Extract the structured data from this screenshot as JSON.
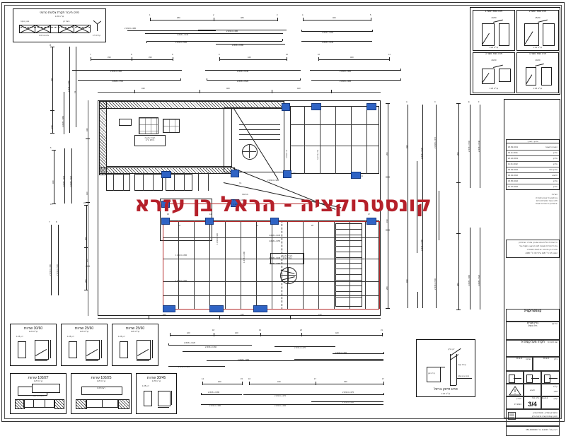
{
  "document": {
    "type": "structural-engineering-drawing",
    "watermark": "קונסטרוקציה - הראל בן עזרא",
    "sheet_number": "3/4",
    "drawing_title": "תכנית תקרה",
    "discipline": "קונסטרוקציה"
  },
  "title_block": {
    "revision_table_header": "עדכון / תאריך",
    "revision_rows": [
      {
        "col_a": "18.09.2021",
        "col_b": "הוצאה ראשונה"
      },
      {
        "col_a": "04.11.2021",
        "col_b": "עדכון"
      },
      {
        "col_a": "22.12.2021",
        "col_b": "עדכון"
      },
      {
        "col_a": "11.01.2022",
        "col_b": "עדכון"
      },
      {
        "col_a": "03.03.2022",
        "col_b": "עדכון כללי"
      },
      {
        "col_a": "19.04.2022",
        "col_b": "לביצוע"
      },
      {
        "col_a": "30.05.2022",
        "col_b": "עדכון"
      },
      {
        "col_a": "12.07.2022",
        "col_b": "עדכון"
      }
    ],
    "notes_heading": "הערות:",
    "notes": [
      "אין לבצע כל שינוי בתוכנית",
      "ללא אישור המהנדס בכתב",
      "יש לבדוק כל המידות באתר"
    ],
    "general_note_block": [
      "כל המידות בס״מ אלא אם צוין אחרת. יש לבדוק",
      "את כל המידות בשטח לפני הביצוע. במקרה של",
      "סתירה בין תוכניות יש לפנות למהנדס.",
      "הבטון לפי ת״י 118 ברזל לפי ת״י 4466."
    ],
    "project_label": "פרויקט",
    "project_name": "בניין מגורים\nרח' הרצל",
    "drawing_label": "שם התוכנית",
    "drawing_name": "תקרה מעל קומה א'",
    "scale_label": "קנ״מ",
    "scale_value": "1:50",
    "date_label": "תאריך",
    "date_value": "07.2022",
    "drawn_label": "שרטט",
    "drawn_value": "ה.ב.ע",
    "checked_label": "בדק",
    "checked_value": "ה.ב.ע",
    "sheet_label": "גליון מס'",
    "sheet_value": "3/4",
    "file_label": "קובץ",
    "file_value": "A-3-1",
    "stamp_line1": "הראל בן עזרא - מהנדס בניין",
    "stamp_line2": "תכנון קונסטרוקציה ופיקוח עליון",
    "stamp_line3": "רישיון מס׳ 112233   טל׳ 050-0000000",
    "warning_icon": "warning-triangle-icon",
    "warning_text": "לבצוע"
  },
  "top_details": {
    "panel_label": "פרטי עמודים",
    "items": [
      {
        "title": "פרט עמוד ראשי 1",
        "sub": "20/60",
        "scale": "קנ״מ 1:25"
      },
      {
        "title": "פרט עמוד ראשי 2",
        "sub": "25/60",
        "scale": "קנ״מ 1:25"
      },
      {
        "title": "פרט עמוד משני 3",
        "sub": "20/40",
        "scale": "קנ״מ 1:25"
      },
      {
        "title": "פרט עמוד משני 4",
        "sub": "20/30",
        "scale": "קנ״מ 1:25"
      }
    ]
  },
  "top_left_detail": {
    "title": "פרט חיבור תקרת צלעות טרומי",
    "scale": "קנ״מ 1:20",
    "labels": [
      "בטון יציקה",
      "רשת זיון",
      "צלע טרומית"
    ],
    "symbol_note": "קנ״מ 1:5"
  },
  "bottom_details": {
    "items": [
      {
        "title": "שרוות",
        "size": "30/60",
        "scale": "קנ״מ 1:25",
        "note": "זיון 1:25"
      },
      {
        "title": "שרוות",
        "size": "25/60",
        "scale": "קנ״מ 1:25",
        "note": "זיון 1:25"
      },
      {
        "title": "שרוות",
        "size": "25/60",
        "scale": "קנ״מ 1:25",
        "note": "זיון 1:25"
      },
      {
        "title": "שרוות",
        "size": "100/27",
        "scale": "קנ״מ 1:25",
        "note": "4x רשת 1:25"
      },
      {
        "title": "שרוות",
        "size": "100/25",
        "scale": "קנ״מ 1:25",
        "note": "רשת 1:25"
      },
      {
        "title": "שרוות",
        "size": "30/45",
        "scale": "קנ״מ 1:25",
        "note": "זיון 1:25"
      }
    ]
  },
  "bottom_right_detail": {
    "title": "פרט חיזוק ברזול",
    "scale": "קנ״מ 1:20",
    "labels": [
      "זיון עליון",
      "קורת קשר",
      "מוט עיגון 12ø",
      "קיר בטון"
    ]
  },
  "floor_plan": {
    "name": "תכנית תקרה מעל קומה א'",
    "room_labels": [
      "חדר מדרגות",
      "פיר מעלית",
      "מרפסת",
      "חדר מדרגות 2"
    ],
    "slab_note_1": "תקרת צלעות\nה=25 ס\"מ",
    "slab_note_2": "תקרת צלעות\nה=27 ס\"מ",
    "column_tag_prefix": "ע",
    "beam_tag_prefix": "ק",
    "grid_h_labels": [
      "A",
      "B",
      "C",
      "D",
      "E",
      "F"
    ],
    "grid_v_labels": [
      "1",
      "2",
      "3",
      "4",
      "5",
      "6",
      "7"
    ]
  },
  "rebar_schedules": {
    "top_groups": [
      {
        "tags": [
          "1",
          "2",
          "3"
        ],
        "spans": [
          "480",
          "480"
        ],
        "bars": [
          "2 Ø16 L=480",
          "2 Ø16 L=440",
          "2 Ø16 L=480",
          "2 Ø16 L=500",
          "2 Ø16 L=380"
        ]
      },
      {
        "tags": [
          "4",
          "5"
        ],
        "spans": [
          "460"
        ],
        "bars": [
          "2 Ø16 L=460",
          "2 Ø16 L=440"
        ]
      },
      {
        "tags": [
          "7",
          "8",
          "9"
        ],
        "spans": [
          "330",
          "330"
        ],
        "bars": [
          "2 Ø16 L=460",
          "2 Ø16 L=710"
        ]
      },
      {
        "tags": [
          "9",
          "10"
        ],
        "spans": [
          "440"
        ],
        "bars": [
          "2 Ø16 L=440",
          "2 Ø16 L=520"
        ]
      },
      {
        "tags": [
          "10",
          "11"
        ],
        "spans": [
          "460"
        ],
        "bars": [
          "2 Ø16 L=460",
          "2 Ø16 L=460"
        ]
      }
    ],
    "bottom_groups": [
      {
        "tags": [
          "18",
          "19",
          "20",
          "21"
        ],
        "spans": [
          "420",
          "420",
          "420"
        ],
        "bars": [
          "2 Ø16 L=420",
          "2 Ø16 L=460",
          "2 Ø16 L=470",
          "2 Ø16 L=460",
          "2 Ø16 L=480",
          "2 Ø16 L=420"
        ]
      },
      {
        "tags": [
          "14",
          "15",
          "16",
          "17"
        ],
        "spans": [
          "200",
          "430",
          "430"
        ],
        "bars": [
          "2 Ø16 L=380",
          "2 Ø16 L=470",
          "2 Ø16 L=470",
          "2 Ø16 L=380",
          "2 Ø16 L=430",
          "2 Ø16 L=450"
        ]
      }
    ],
    "left_vertical": [
      {
        "tags": [
          "12",
          "13"
        ],
        "bars": [
          "2 Ø16 L=460",
          "2 Ø16 L=560"
        ]
      },
      {
        "tags": [
          "6",
          "13"
        ],
        "bars": [
          "2 Ø16 L=440",
          "2 Ø16 L=320"
        ]
      },
      {
        "tags": [
          "7",
          "8"
        ],
        "bars": [
          "2 Ø16 L=480",
          "2 Ø16 L=520"
        ]
      },
      {
        "tags": [
          "22"
        ],
        "bars": [
          "2 Ø16 L=470"
        ]
      }
    ],
    "right_vertical": [
      {
        "tags": [
          "A",
          "B"
        ],
        "bars": [
          "2 Ø16 L=520",
          "2 Ø16 L=560"
        ]
      },
      {
        "tags": [
          "C",
          "D"
        ],
        "bars": [
          "2 Ø16 L=480",
          "2 Ø16 L=470"
        ]
      },
      {
        "tags": [
          "E",
          "F"
        ],
        "bars": [
          "2 Ø16 L=500",
          "2 Ø16 L=540"
        ]
      }
    ]
  },
  "colors": {
    "line": "#202020",
    "column_blue": "#2f63c4",
    "watermark_red": "#b5202a",
    "accent_red": "#b52a2a",
    "paper": "#ffffff"
  }
}
